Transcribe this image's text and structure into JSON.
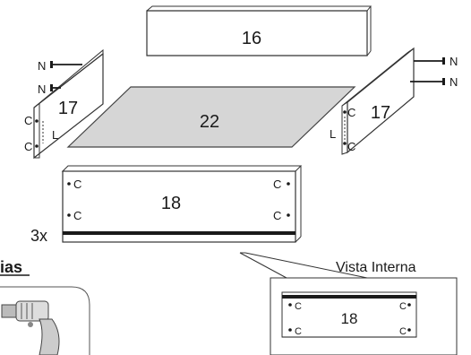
{
  "parts": {
    "top_panel": "16",
    "left_side": "17",
    "right_side": "17",
    "bottom_panel": "22",
    "front_panel": "18"
  },
  "markers": {
    "N": "N",
    "C": "C",
    "L": "L"
  },
  "quantity": "3x",
  "partial_heading": "ias",
  "inset": {
    "title": "Vista Interna",
    "panel_label": "18"
  },
  "icons": {
    "drill": "power-drill-icon"
  }
}
